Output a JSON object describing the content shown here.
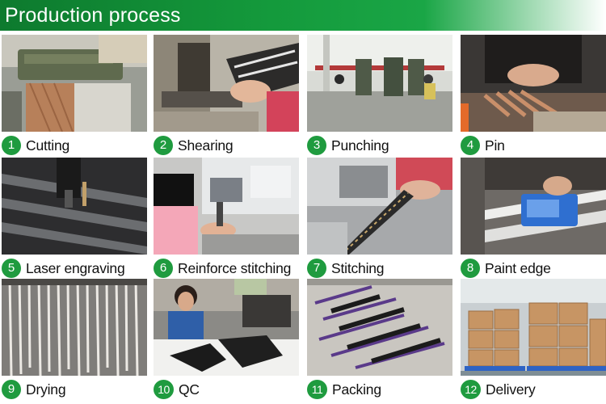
{
  "header": {
    "title": "Production process",
    "color": "#149a3c"
  },
  "accent_color": "#1f9b3f",
  "steps": [
    {
      "number": "1",
      "label": "Cutting"
    },
    {
      "number": "2",
      "label": "Shearing"
    },
    {
      "number": "3",
      "label": "Punching"
    },
    {
      "number": "4",
      "label": "Pin"
    },
    {
      "number": "5",
      "label": "Laser engraving"
    },
    {
      "number": "6",
      "label": "Reinforce stitching"
    },
    {
      "number": "7",
      "label": "Stitching"
    },
    {
      "number": "8",
      "label": "Paint edge"
    },
    {
      "number": "9",
      "label": "Drying"
    },
    {
      "number": "10",
      "label": "QC"
    },
    {
      "number": "11",
      "label": "Packing"
    },
    {
      "number": "12",
      "label": "Delivery"
    }
  ]
}
